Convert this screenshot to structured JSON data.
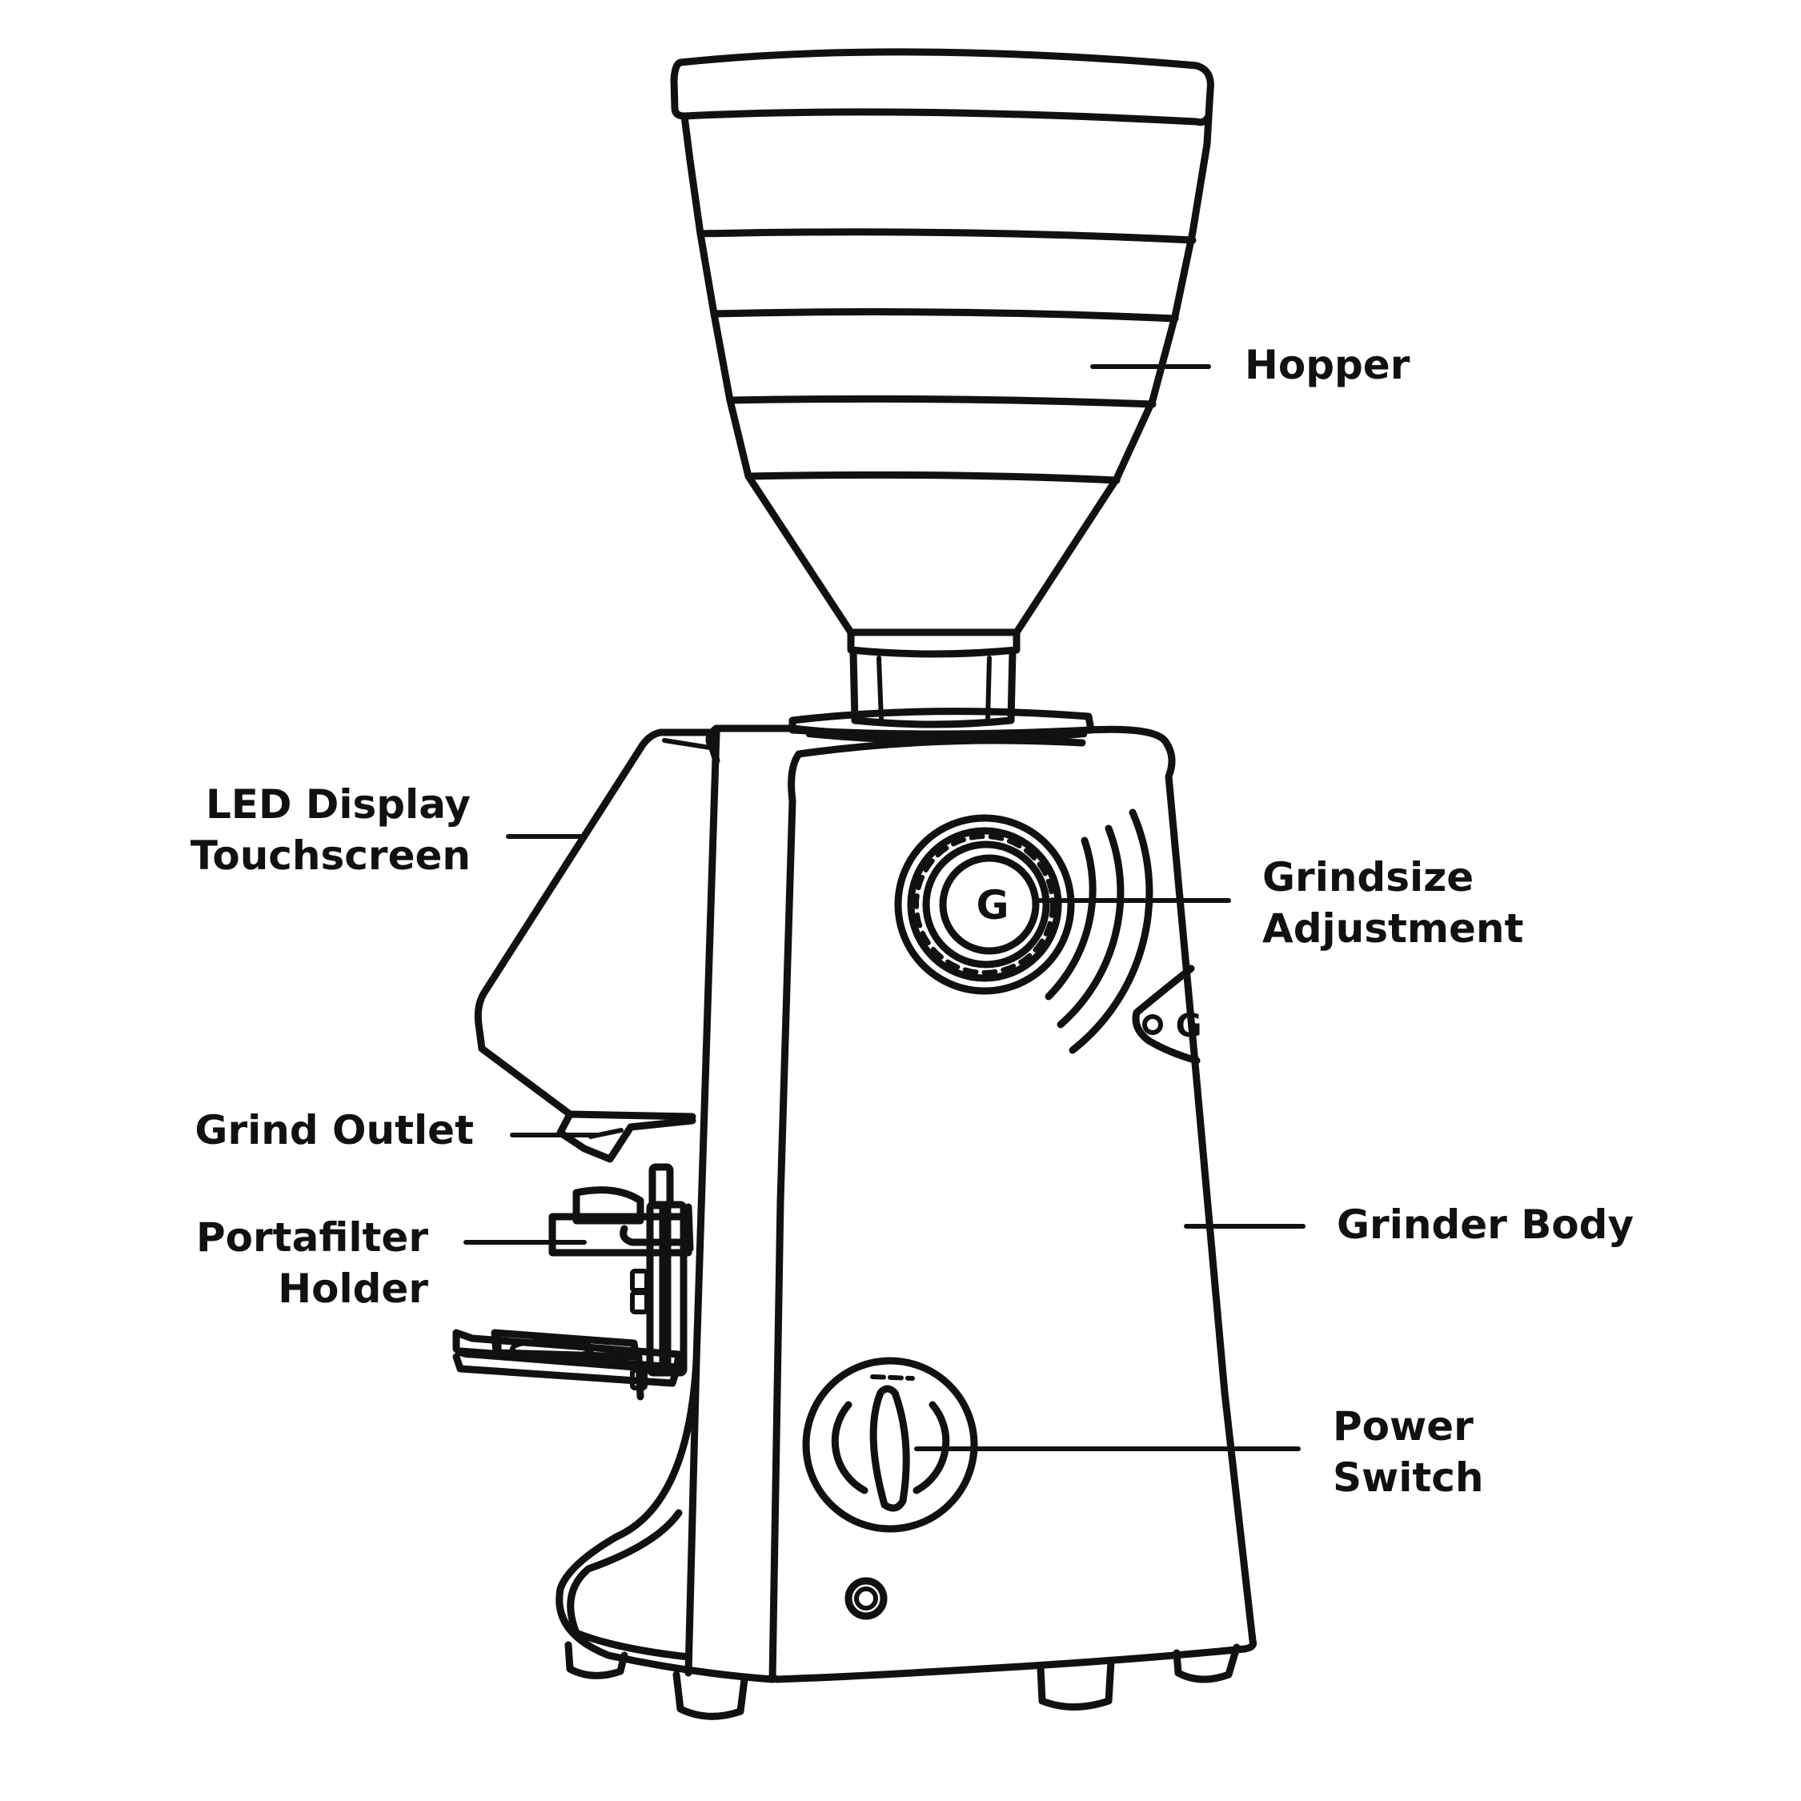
{
  "labels": {
    "hopper": [
      "Hopper"
    ],
    "led_display": [
      "LED Display",
      "Touchscreen"
    ],
    "grindsize": [
      "Grindsize",
      "Adjustment"
    ],
    "grind_outlet": [
      "Grind Outlet"
    ],
    "grinder_body": [
      "Grinder Body"
    ],
    "portafilter": [
      "Portafilter",
      "Holder"
    ],
    "power_switch": [
      "Power",
      "Switch"
    ]
  },
  "logo_letter": "G",
  "colors": {
    "line": "#111111",
    "background": "#ffffff"
  }
}
